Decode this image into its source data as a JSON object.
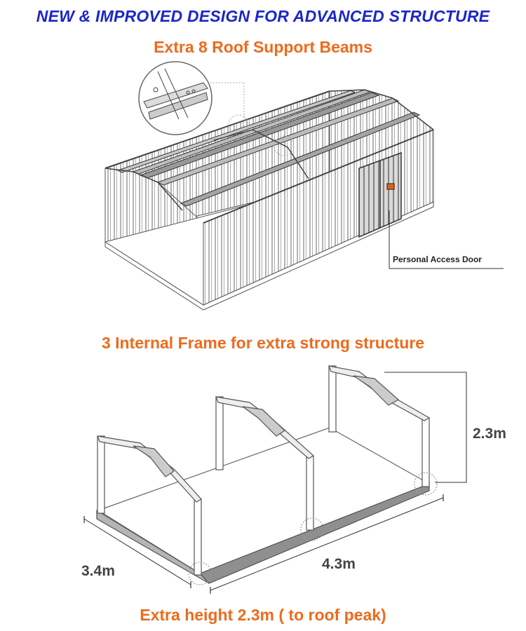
{
  "headline": "NEW & IMPROVED DESIGN FOR ADVANCED STRUCTURE",
  "section1_title": "Extra 8 Roof Support Beams",
  "door_label": "Personal Access Door",
  "section2_title": "3 Internal Frame for extra strong structure",
  "dimensions": {
    "height": "2.3m",
    "width": "3.4m",
    "length": "4.3m"
  },
  "section3_title": "Extra height 2.3m ( to roof peak)",
  "colors": {
    "headline": "#1c26c8",
    "accent": "#ec6b1d",
    "line": "#555555",
    "base": "#8f8f8f"
  }
}
